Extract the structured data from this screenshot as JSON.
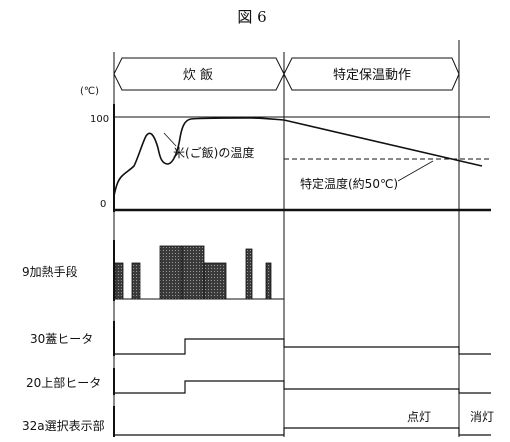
{
  "figure": {
    "title": "図 6"
  },
  "phases": [
    {
      "label": "炊 飯"
    },
    {
      "label": "特定保温動作"
    }
  ],
  "temperature_chart": {
    "unit_label": "(℃)",
    "y_ticks": [
      "100",
      "0"
    ],
    "rice_temp_label": "米(ご飯)の温度",
    "setpoint_label": "特定温度(約50℃)"
  },
  "heater_row": {
    "label": "9加熱手段"
  },
  "lid_heater_row": {
    "label": "30蓋ヒータ"
  },
  "top_heater_row": {
    "label": "20上部ヒータ"
  },
  "display_row": {
    "label": "32a選択表示部",
    "on_label": "点灯",
    "off_label": "消灯"
  }
}
